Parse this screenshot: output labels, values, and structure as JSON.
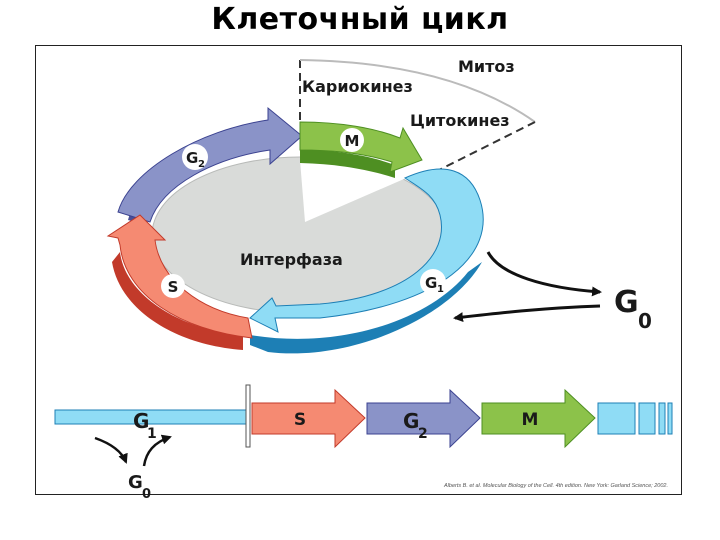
{
  "title": "Клеточный цикл",
  "wheel": {
    "mitosis": "Митоз",
    "karyokinesis": "Кариокинез",
    "cytokinesis": "Цитокинез",
    "interphase": "Интерфаза",
    "phase_m": "M",
    "phase_g2": "G",
    "phase_g2_sub": "2",
    "phase_s": "S",
    "phase_g1": "G",
    "phase_g1_sub": "1",
    "g0": "G",
    "g0_sub": "0"
  },
  "timeline": {
    "g1": "G",
    "g1_sub": "1",
    "s": "S",
    "g2": "G",
    "g2_sub": "2",
    "m": "M",
    "g0": "G",
    "g0_sub": "0"
  },
  "citation": "Alberts B. et al. Molecular Biology of the Cell. 4th edition. New York: Garland Science; 2002.",
  "colors": {
    "g1": "#8fdcf5",
    "s": "#f58a72",
    "g2": "#8a93c8",
    "m": "#8cc24a",
    "interphase": "#d9dbd9"
  }
}
